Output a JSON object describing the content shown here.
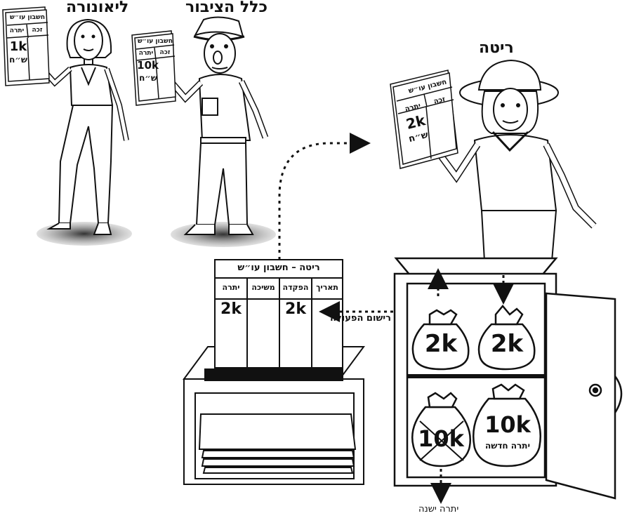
{
  "figures": {
    "leonora": {
      "name": "ליאונורה",
      "sheet": {
        "title": "חשבון עו״ש",
        "col_credit": "זכה",
        "col_balance": "יתרה",
        "amount": "1k",
        "currency": "ש״ח"
      }
    },
    "public": {
      "name": "כלל הציבור",
      "sheet": {
        "title": "חשבון עו״ש",
        "col_credit": "זכה",
        "col_balance": "יתרה",
        "amount": "10k",
        "currency": "ש״ח"
      }
    },
    "rita": {
      "name": "ריטה",
      "sheet": {
        "title": "חשבון עו״ש",
        "col_credit": "זכה",
        "col_balance": "יתרה",
        "amount": "2k",
        "currency": "ש״ח"
      }
    }
  },
  "ledger": {
    "title": "ריטה – חשבון עו״ש",
    "columns": [
      "תאריך",
      "הפקדה",
      "משיכה",
      "יתרה"
    ],
    "row": [
      "",
      "2k",
      "",
      "2k"
    ]
  },
  "safe": {
    "bags": [
      {
        "amount": "2k",
        "caption": ""
      },
      {
        "amount": "2k",
        "caption": ""
      },
      {
        "amount": "10k",
        "caption": "יתרה חדשה"
      },
      {
        "amount": "10k",
        "caption": "",
        "crossed": true
      }
    ],
    "old_balance_label": "יתרה ישנה"
  },
  "transaction_label": "רישום הפעולה"
}
